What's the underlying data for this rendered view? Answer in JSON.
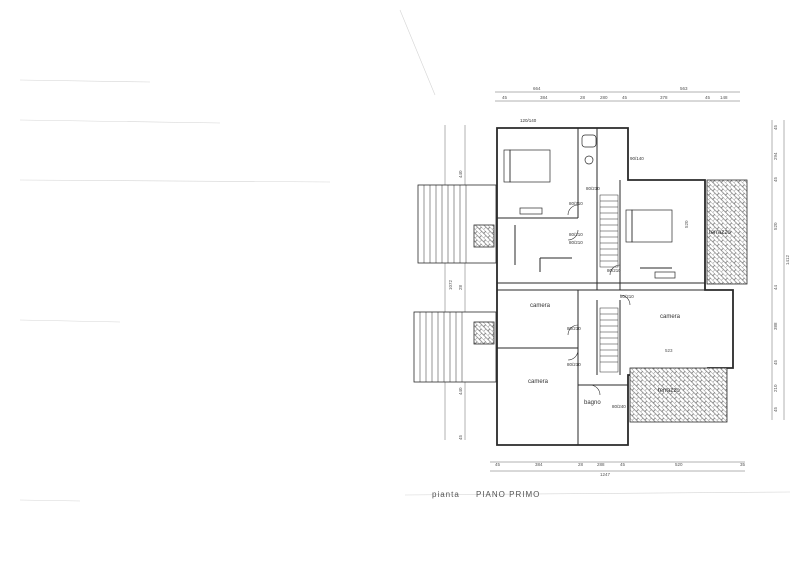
{
  "title": {
    "prefix": "pianta",
    "main": "PIANO PRIMO"
  },
  "rooms": [
    {
      "id": "camera-1",
      "label": "camera"
    },
    {
      "id": "camera-2",
      "label": "camera"
    },
    {
      "id": "camera-3",
      "label": "camera"
    },
    {
      "id": "bagno",
      "label": "bagno"
    },
    {
      "id": "terrazzo-1",
      "label": "terrazzo"
    },
    {
      "id": "terrazzo-2",
      "label": "terrazzo"
    }
  ],
  "door_labels": [
    "80/210",
    "80/210",
    "80/210",
    "80/210",
    "80/210",
    "80/210",
    "80/210",
    "80/210",
    "80/240",
    "90/140",
    "120/140"
  ],
  "dimensions": {
    "top_row_1": [
      "664",
      "563"
    ],
    "top_row_2": [
      "45",
      "384",
      "28",
      "280",
      "45",
      "378",
      "45",
      "148"
    ],
    "bottom_row_1": [
      "45",
      "384",
      "28",
      "288",
      "45",
      "520",
      "35"
    ],
    "bottom_total": "1247",
    "left_side": [
      "440",
      "1072",
      "28",
      "440",
      "45"
    ],
    "right_side": [
      "45",
      "294",
      "45",
      "520",
      "1412",
      "44",
      "388",
      "45",
      "210",
      "45"
    ],
    "room_inner": [
      "520",
      "523"
    ]
  },
  "colors": {
    "line": "#2a2a2a",
    "faint": "#bdbdbd",
    "hatch": "#444444"
  }
}
